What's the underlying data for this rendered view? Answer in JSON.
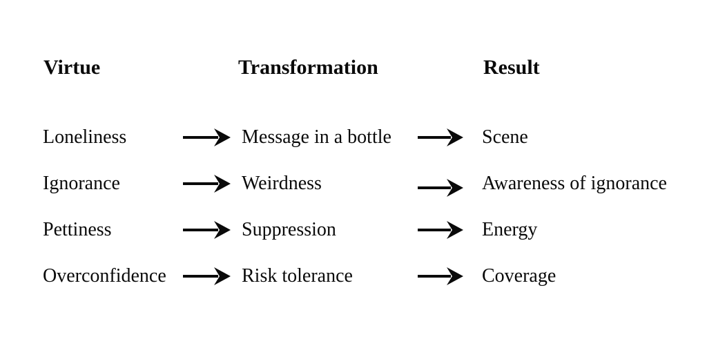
{
  "colors": {
    "background": "#ffffff",
    "text": "#0a0a0a",
    "arrow": "#0a0a0a"
  },
  "headers": {
    "virtue": "Virtue",
    "transformation": "Transformation",
    "result": "Result"
  },
  "rows": [
    {
      "virtue": "Loneliness",
      "transformation": "Message in a bottle",
      "result": "Scene"
    },
    {
      "virtue": "Ignorance",
      "transformation": "Weirdness",
      "result": "Awareness of ignorance"
    },
    {
      "virtue": "Pettiness",
      "transformation": "Suppression",
      "result": "Energy"
    },
    {
      "virtue": "Overconfidence",
      "transformation": "Risk tolerance",
      "result": "Coverage"
    }
  ]
}
